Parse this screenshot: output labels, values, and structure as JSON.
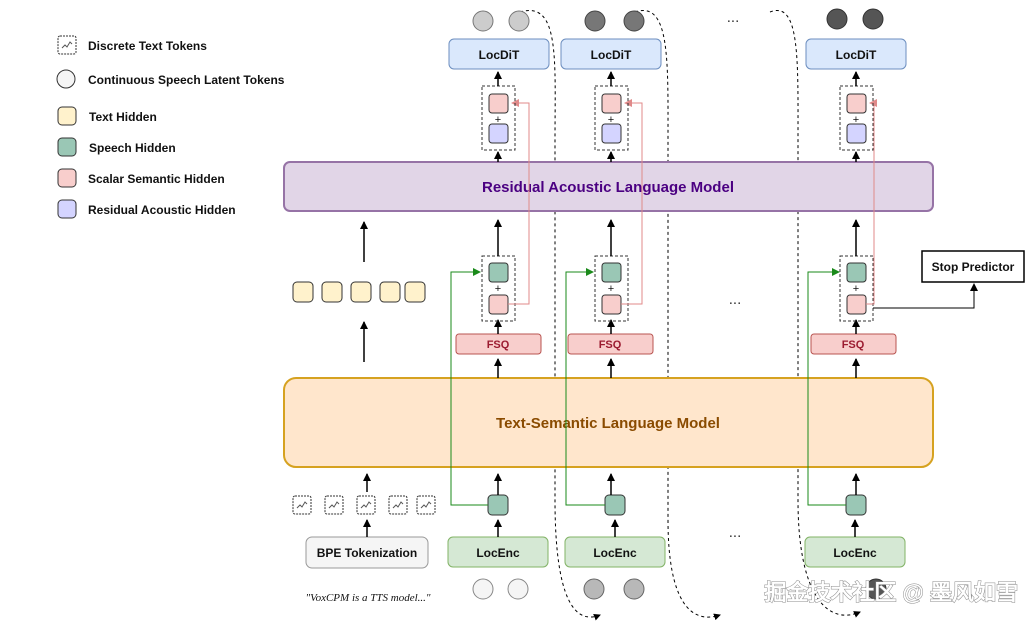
{
  "legend": {
    "discrete_text_tokens": "Discrete Text Tokens",
    "continuous_speech_latent_tokens": "Continuous Speech Latent Tokens",
    "text_hidden": "Text Hidden",
    "speech_hidden": "Speech Hidden",
    "scalar_semantic_hidden": "Scalar Semantic Hidden",
    "residual_acoustic_hidden": "Residual Acoustic Hidden"
  },
  "models": {
    "residual_acoustic": "Residual Acoustic Language Model",
    "text_semantic": "Text-Semantic Language Model"
  },
  "labels": {
    "locdit": "LocDiT",
    "locenc": "LocEnc",
    "fsq": "FSQ",
    "stop_predictor": "Stop Predictor",
    "bpe_tokenization": "BPE Tokenization",
    "input_text": "\"VoxCPM is a TTS model...\"",
    "plus": "+",
    "ellipsis": "..."
  },
  "watermark": "掘金技术社区 @ 墨风如雪",
  "colors": {
    "locdit_fill": "#dae8fc",
    "locdit_stroke": "#6c8ebf",
    "locenc_fill": "#d5e8d4",
    "locenc_stroke": "#82b366",
    "fsq_fill": "#f8cecc",
    "fsq_stroke": "#b85450",
    "ralm_fill": "#e1d5e7",
    "ralm_stroke": "#9673a6",
    "tslm_fill": "#ffe6cc",
    "tslm_stroke": "#d6a220",
    "text_hidden": "#fff2cc",
    "speech_hidden": "#9ac7b5",
    "scalar_semantic": "#f8cecc",
    "residual_acoustic": "#d4d4ff"
  }
}
